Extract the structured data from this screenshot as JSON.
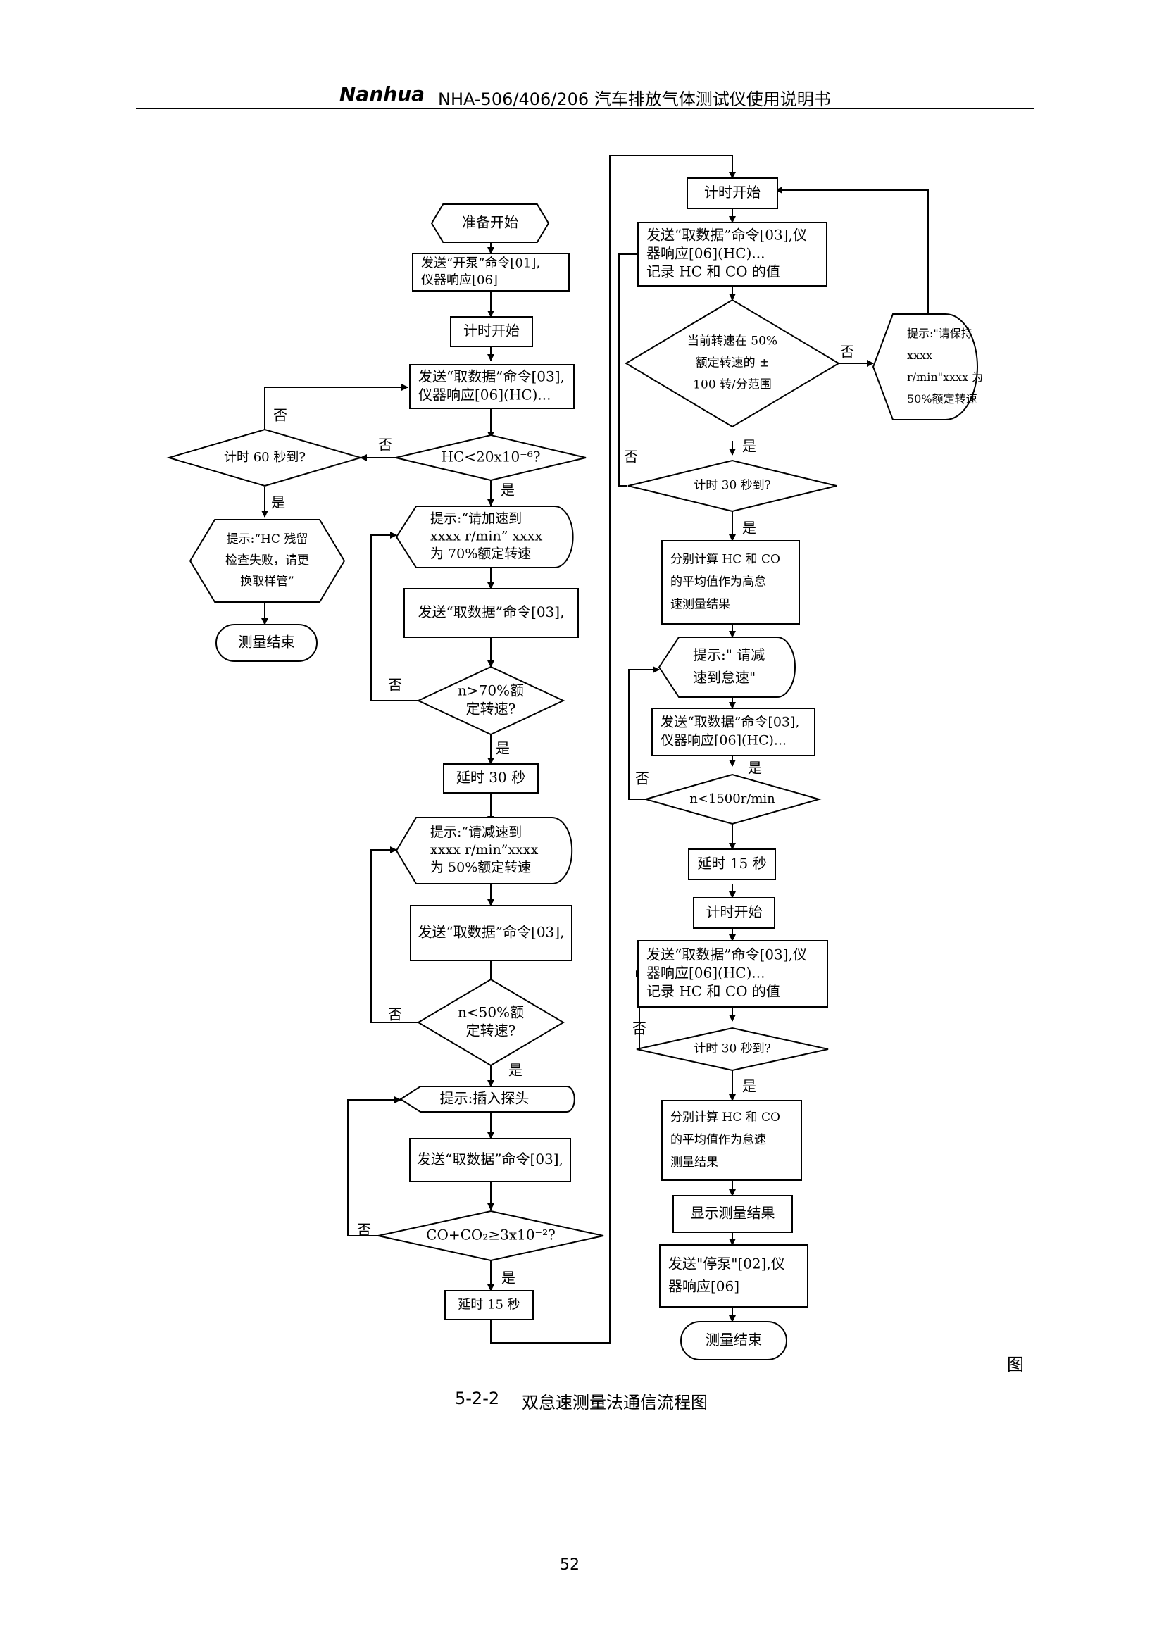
{
  "header": {
    "logo": "Nanhua",
    "title": "NHA-506/406/206 汽车排放气体测试仪使用说明书"
  },
  "figure": {
    "number": "5-2-2",
    "caption": "双怠速测量法通信流程图",
    "side_label": "图"
  },
  "page_number": "52",
  "flow": {
    "start": "准备开始",
    "send_pump": [
      "发送“开泵”命令[01],",
      "仪器响应[06]"
    ],
    "timer_start": "计时开始",
    "get_data_hc": [
      "发送“取数据”命令[03],",
      "仪器响应[06](HC)..."
    ],
    "hc_check": "HC<20x10⁻⁶?",
    "timer_60": "计时 60 秒到?",
    "hc_fail_prompt": [
      "提示:“HC 残留",
      "检查失败，请更",
      "换取样管”"
    ],
    "end_left": "测量结束",
    "accel_prompt": [
      "提示:“请加速到",
      "xxxx  r/min”  xxxx",
      "为 70%额定转速"
    ],
    "n70_check": [
      "n>70%额",
      "定转速?"
    ],
    "delay30": "延时 30 秒",
    "decel_prompt": [
      "提示:“请减速到",
      "xxxx r/min”xxxx",
      "为 50%额定转速"
    ],
    "n50_check": [
      "n<50%额",
      "定转速?"
    ],
    "insert_prompt": "提示:插入探头",
    "co_check": "CO+CO₂≥3x10⁻²?",
    "delay15a": "延时 15 秒",
    "timer_start_r1": "计时开始",
    "get_record_1": [
      "发送“取数据”命令[03],仪",
      "器响应[06](HC)...",
      "记录 HC 和 CO 的值"
    ],
    "speed_range": [
      "当前转速在 50%",
      "额定转速的 ±",
      "100 转/分范围"
    ],
    "keep_prompt": [
      "提示:\"请保持",
      "xxxx",
      "r/min\"xxxx   为",
      "50%额定转速"
    ],
    "timer_30a": "计时 30 秒到?",
    "calc_high": [
      "分别计算 HC 和 CO",
      "的平均值作为高怠",
      "速测量结果"
    ],
    "idle_prompt": [
      "提示:\" 请减",
      "速到怠速\""
    ],
    "get_data_r": [
      "发送“取数据”命令[03],",
      "仪器响应[06](HC)..."
    ],
    "n1500_check": "n<1500r/min",
    "delay15b": "延时 15 秒",
    "timer_start_r2": "计时开始",
    "get_record_2": [
      "发送“取数据”命令[03],仪",
      "器响应[06](HC)...",
      "记录 HC 和 CO 的值"
    ],
    "timer_30b": "计时 30 秒到?",
    "calc_idle": [
      "分别计算 HC 和 CO",
      "的平均值作为怠速",
      "测量结果"
    ],
    "show_result": "显示测量结果",
    "stop_pump": [
      "发送\"停泵\"[02],仪",
      "器响应[06]"
    ],
    "end_right": "测量结束",
    "yes": "是",
    "no": "否"
  }
}
